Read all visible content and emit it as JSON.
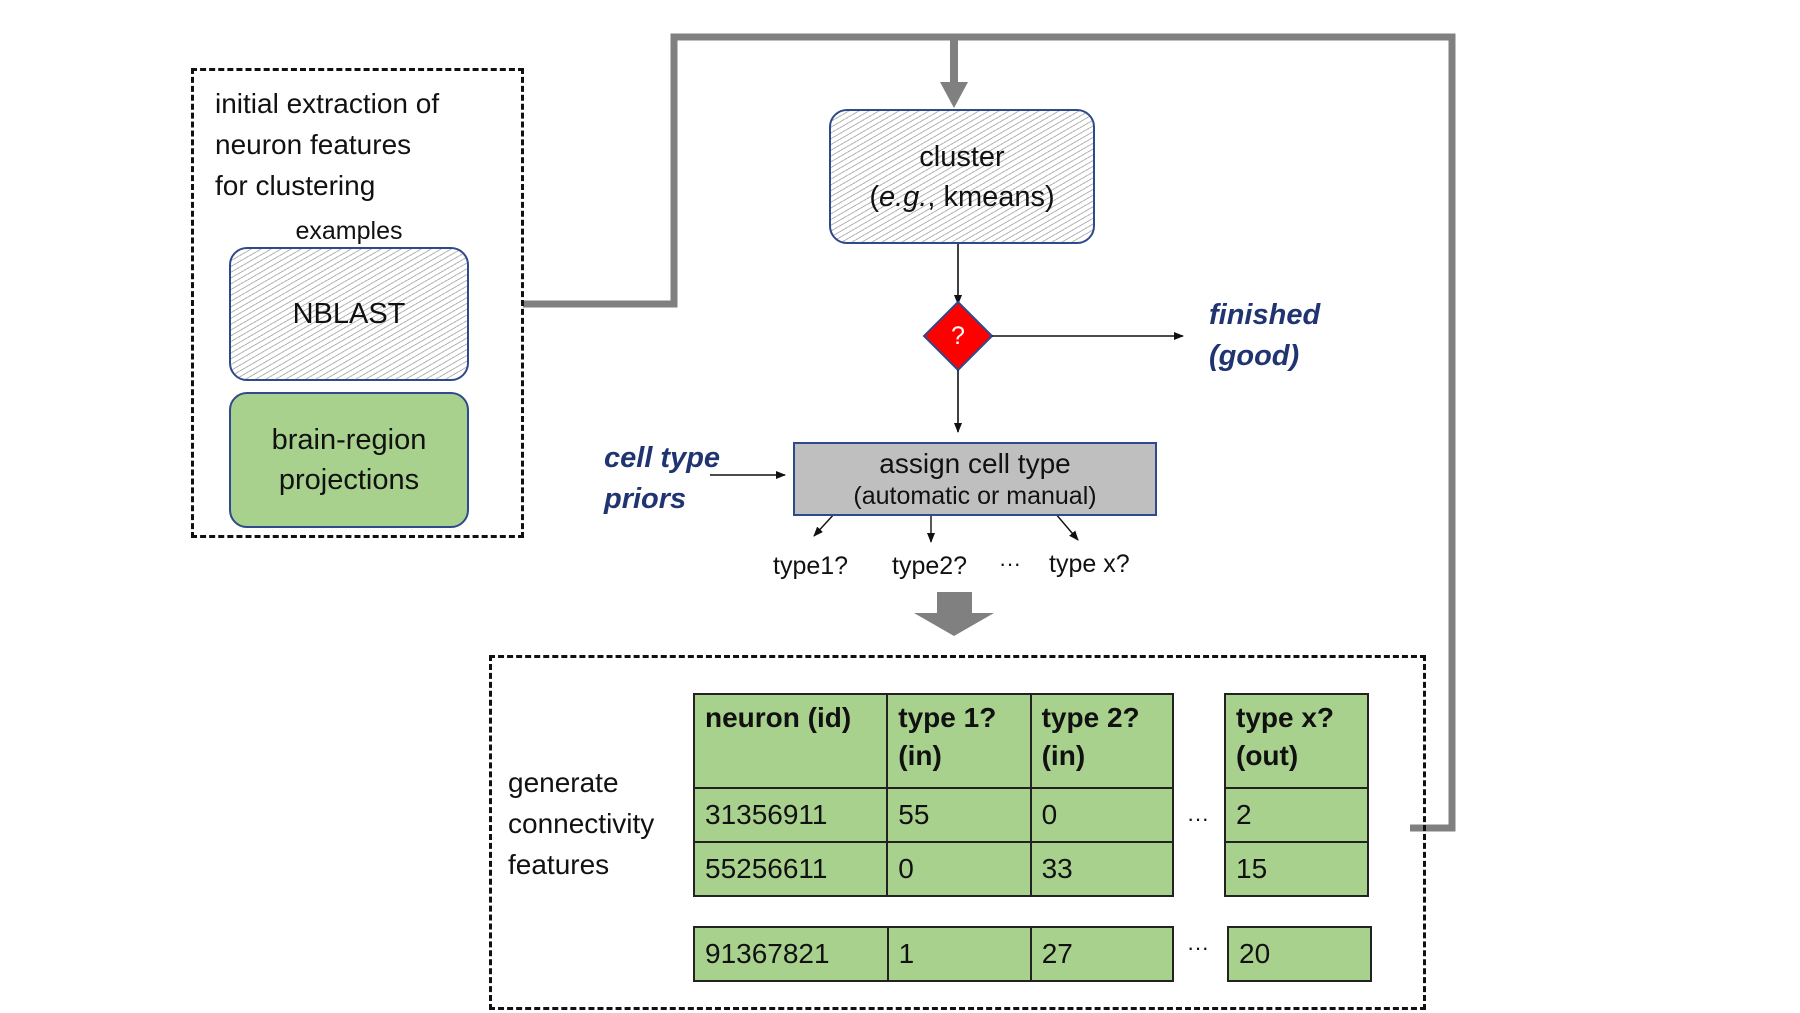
{
  "initial_panel": {
    "title_lines": [
      "initial extraction of",
      "neuron features",
      "for clustering"
    ],
    "examples_label": "examples",
    "nblast_label": "NBLAST",
    "projections_lines": [
      "brain-region",
      "projections"
    ]
  },
  "cluster_box": {
    "line1": "cluster",
    "line2_prefix": "(",
    "line2_italic": "e.g.",
    "line2_suffix": ", kmeans)"
  },
  "decision": {
    "symbol": "?"
  },
  "finished_label": {
    "lines": [
      "finished",
      "(good)"
    ]
  },
  "priors_label": {
    "lines": [
      "cell type",
      "priors"
    ]
  },
  "assign_box": {
    "line1": "assign cell type",
    "line2": "(automatic or manual)"
  },
  "type_outputs": [
    "type1?",
    "type2?",
    "···",
    "type x?"
  ],
  "connectivity_panel": {
    "label_lines": [
      "generate",
      "connectivity",
      "features"
    ],
    "table_left": {
      "headers": [
        [
          "neuron (id)",
          ""
        ],
        [
          "type 1?",
          "(in)"
        ],
        [
          "type 2?",
          "(in)"
        ]
      ],
      "rows": [
        [
          "31356911",
          "55",
          "0"
        ],
        [
          "55256611",
          "0",
          "33"
        ]
      ]
    },
    "table_right": {
      "headers": [
        [
          "type x?",
          "(out)"
        ]
      ],
      "rows": [
        [
          "2"
        ],
        [
          "15"
        ]
      ]
    },
    "table_bottom_left": {
      "row": [
        "91367821",
        "1",
        "27"
      ]
    },
    "table_bottom_right": {
      "row": [
        "20"
      ]
    },
    "ellipsis": "···"
  },
  "colors": {
    "green": "#a9d18e",
    "grey_box": "#bfbfbf",
    "decision_red": "#ff0000",
    "blue_label": "#1f3470",
    "feedback_line": "#808080"
  }
}
